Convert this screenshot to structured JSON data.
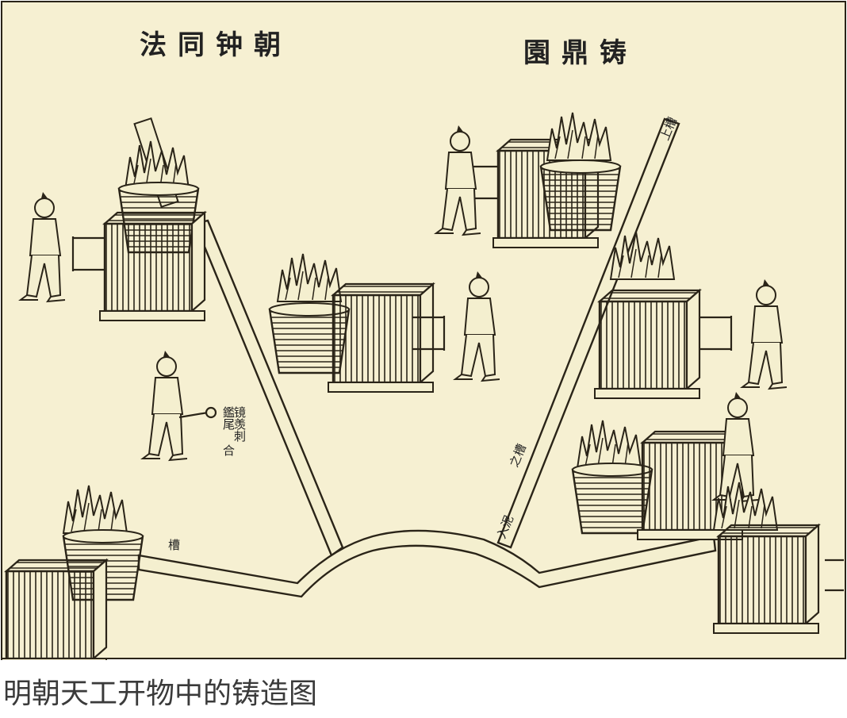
{
  "illustration": {
    "title_left": "法同钟朝",
    "title_right": "園鼎铸",
    "side_label_lines": [
      "镜羡刺",
      "鑑尾",
      "合"
    ],
    "trough_label": "槽",
    "trough_upper_label": "上槽",
    "trough_mid_label": "之槽",
    "trough_lower_label": "入泥"
  },
  "caption": "明朝天工开物中的铸造图",
  "colors": {
    "paper": "#f6f0d2",
    "ink": "#2a2418",
    "caption_text": "#3a3a3a"
  }
}
